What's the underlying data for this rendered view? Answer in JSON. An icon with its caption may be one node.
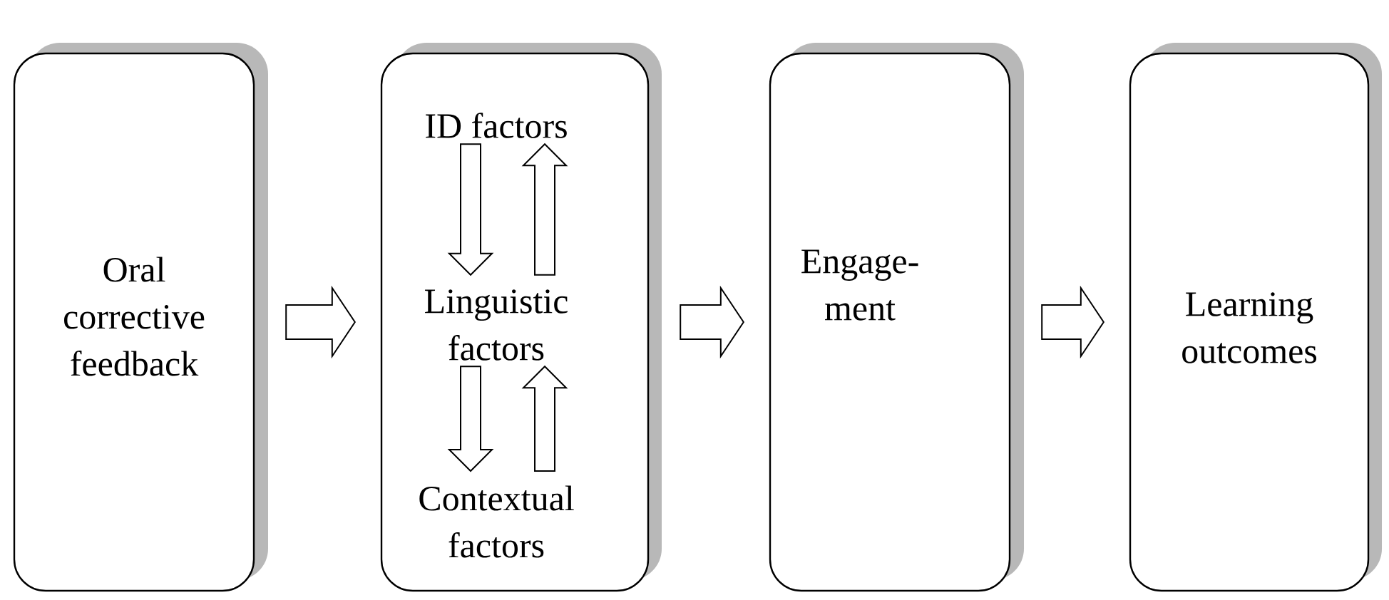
{
  "diagram": {
    "nodes": [
      {
        "text": [
          "Oral corrective feedback"
        ]
      },
      {
        "text": [],
        "shape": "box"
      },
      {
        "text": [
          "ID factors"
        ],
        "in": 1
      },
      {
        "text": [
          "Linguistic factors"
        ],
        "in": 1
      },
      {
        "text": [
          "Contextual factors"
        ],
        "in": 1
      },
      {
        "text": [
          "Engage- ment"
        ]
      },
      {
        "text": [
          "Learning outcomes"
        ]
      }
    ],
    "edges": [
      {
        "from": 0,
        "to": 1,
        "arrow": "to"
      },
      {
        "from": 2,
        "to": 3,
        "arrow": "to"
      },
      {
        "from": 3,
        "to": 2,
        "arrow": "to"
      },
      {
        "from": 3,
        "to": 4,
        "arrow": "to"
      },
      {
        "from": 4,
        "to": 3,
        "arrow": "to"
      },
      {
        "from": 1,
        "to": 5,
        "arrow": "to"
      },
      {
        "from": 5,
        "to": 6,
        "arrow": "to"
      }
    ]
  }
}
